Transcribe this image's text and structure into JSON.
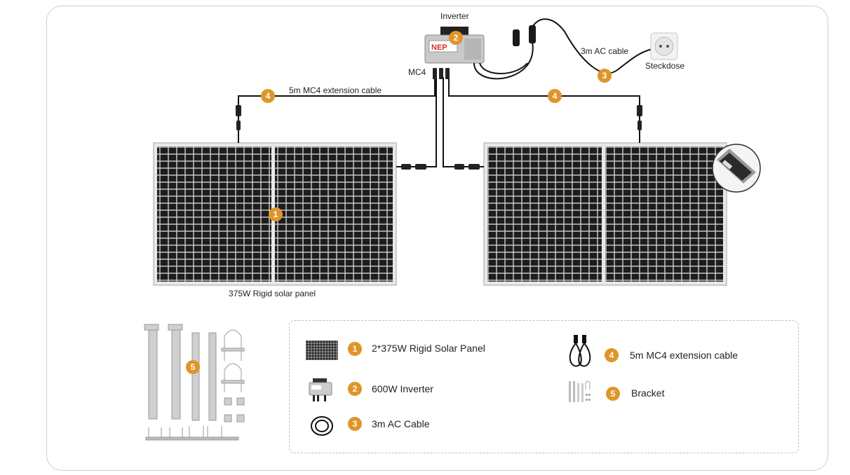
{
  "labels": {
    "inverter": "Inverter",
    "mc4": "MC4",
    "ac_cable": "3m AC cable",
    "socket": "Steckdose",
    "ext_cable": "5m MC4 extension cable",
    "panel": "375W Rigid solar panel"
  },
  "badges": {
    "panel": "1",
    "inverter": "2",
    "ac_cable": "3",
    "ext_left": "4",
    "ext_right": "4",
    "bracket": "5"
  },
  "legend": {
    "items": [
      {
        "num": "1",
        "label": "2*375W Rigid Solar Panel"
      },
      {
        "num": "2",
        "label": "600W Inverter"
      },
      {
        "num": "3",
        "label": "3m AC Cable"
      },
      {
        "num": "4",
        "label": "5m MC4 extension cable"
      },
      {
        "num": "5",
        "label": "Bracket"
      }
    ]
  },
  "inverter_logo": "NEP",
  "colors": {
    "badge": "#e0952a",
    "panel_cell": "#1c1c1c",
    "panel_frame": "#c9c9c9",
    "cable": "#111111"
  }
}
